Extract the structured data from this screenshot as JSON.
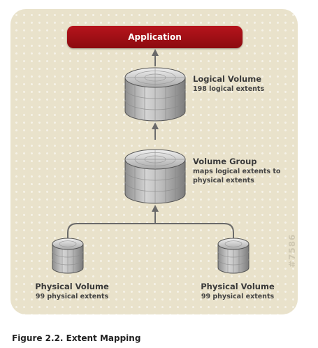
{
  "figure": {
    "application_label": "Application",
    "logical_volume": {
      "title": "Logical Volume",
      "detail": "198 logical extents"
    },
    "volume_group": {
      "title": "Volume Group",
      "detail_line1": "maps logical extents to",
      "detail_line2": "physical extents"
    },
    "physical_volume_left": {
      "title": "Physical Volume",
      "detail": "99 physical extents"
    },
    "physical_volume_right": {
      "title": "Physical Volume",
      "detail": "99 physical extents"
    },
    "watermark": "#7586"
  },
  "caption": "Figure 2.2. Extent Mapping",
  "colors": {
    "panel_background": "#e9e2cb",
    "application_box": "#a30f16",
    "cylinder_body": "#b4b4b4",
    "connector": "#6a6a6a"
  }
}
